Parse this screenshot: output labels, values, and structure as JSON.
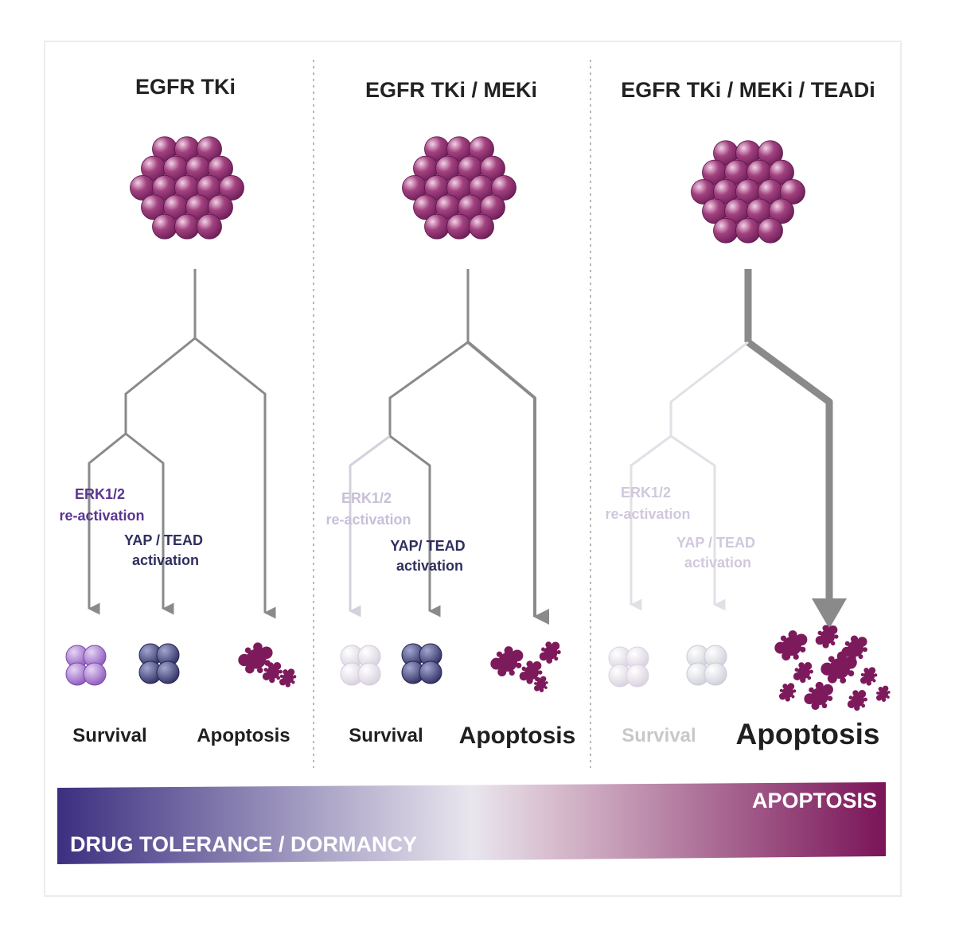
{
  "colors": {
    "sphere_dark": "#6e1e5a",
    "sphere_mid": "#a2427f",
    "sphere_light": "#f3d2e8",
    "erk_cluster": "#9a66c4",
    "yap_cluster": "#3a3a70",
    "apoptosis": "#7d1a5c",
    "arrow": "#8a8a8a",
    "faded": "#d4d0dc",
    "bar_blue": "#3c2f80",
    "bar_magenta": "#7a1458"
  },
  "panels": [
    {
      "title": "EGFR TKi",
      "erk_label": [
        "ERK1/2",
        "re-activation"
      ],
      "yap_label": [
        "YAP / TEAD",
        "activation"
      ],
      "survival_label": "Survival",
      "apoptosis_label": "Apoptosis"
    },
    {
      "title": "EGFR TKi / MEKi",
      "erk_label": [
        "ERK1/2",
        "re-activation"
      ],
      "yap_label": [
        "YAP/ TEAD",
        "activation"
      ],
      "survival_label": "Survival",
      "apoptosis_label": "Apoptosis"
    },
    {
      "title": "EGFR TKi / MEKi / TEADi",
      "erk_label": [
        "ERK1/2",
        "re-activation"
      ],
      "yap_label": [
        "YAP / TEAD",
        "activation"
      ],
      "survival_label": "Survival",
      "apoptosis_label": "Apoptosis"
    }
  ],
  "gradient_bar": {
    "top_label": "APOPTOSIS",
    "bottom_label": "DRUG TOLERANCE / DORMANCY"
  }
}
